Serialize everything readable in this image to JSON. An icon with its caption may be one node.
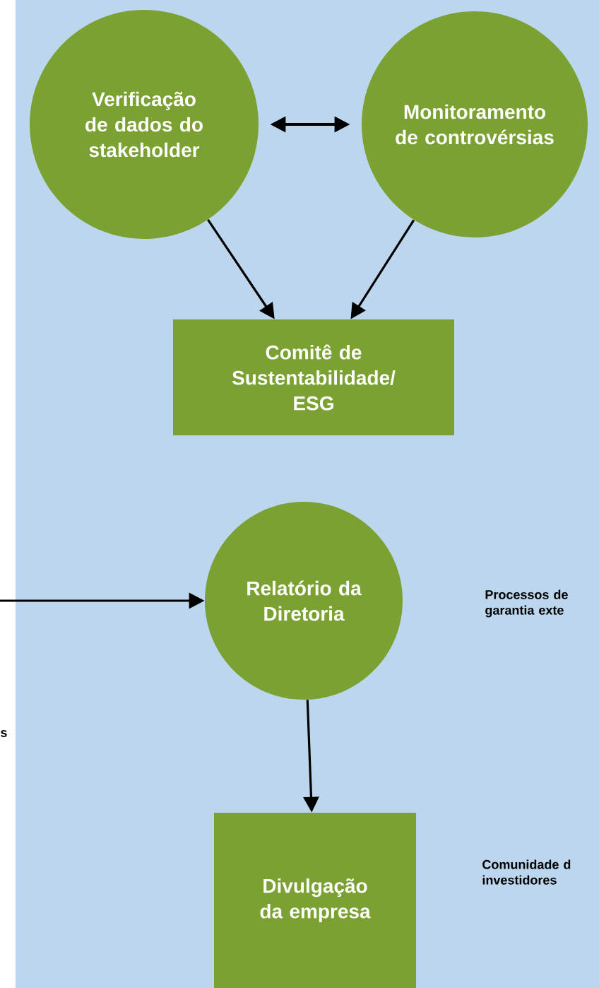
{
  "diagram": {
    "nodes": [
      {
        "text": [
          "Verificação de dados do stakeholder"
        ]
      },
      {
        "text": [
          "Monitoramento de controvérsias"
        ]
      },
      {
        "text": [
          "Comitê de Sustentabilidade/ ESG"
        ]
      },
      {
        "text": [
          "Relatório da Diretoria"
        ]
      },
      {
        "text": [
          "Divulgação da empresa"
        ]
      }
    ],
    "edges": [
      {
        "from": 0,
        "to": 1,
        "arrow": "both"
      },
      {
        "from": 0,
        "to": 2,
        "arrow": "to"
      },
      {
        "from": 1,
        "to": 2,
        "arrow": "to"
      },
      {
        "from": null,
        "to": 3,
        "arrow": "to"
      },
      {
        "from": 3,
        "to": 4,
        "arrow": "to"
      }
    ],
    "labels": [
      "Processos de garantia exte",
      "s",
      "Comunidade d investidores"
    ]
  }
}
